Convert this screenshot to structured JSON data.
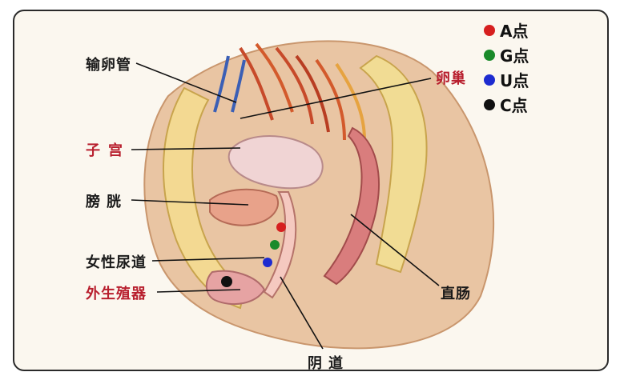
{
  "legend": [
    {
      "label": "A点",
      "color": "#d61f1f"
    },
    {
      "label": "G点",
      "color": "#1a8a2a"
    },
    {
      "label": "U点",
      "color": "#1d2bd0"
    },
    {
      "label": "C点",
      "color": "#111111"
    }
  ],
  "labels": {
    "fallopian_tube": "输卵管",
    "ovary": "卵巢",
    "uterus": "子宫",
    "bladder": "膀胱",
    "urethra": "女性尿道",
    "external_genitalia": "外生殖器",
    "rectum": "直肠",
    "vagina": "阴道"
  },
  "colors": {
    "label_dark": "#1a1a1a",
    "label_red": "#b81f2e"
  }
}
